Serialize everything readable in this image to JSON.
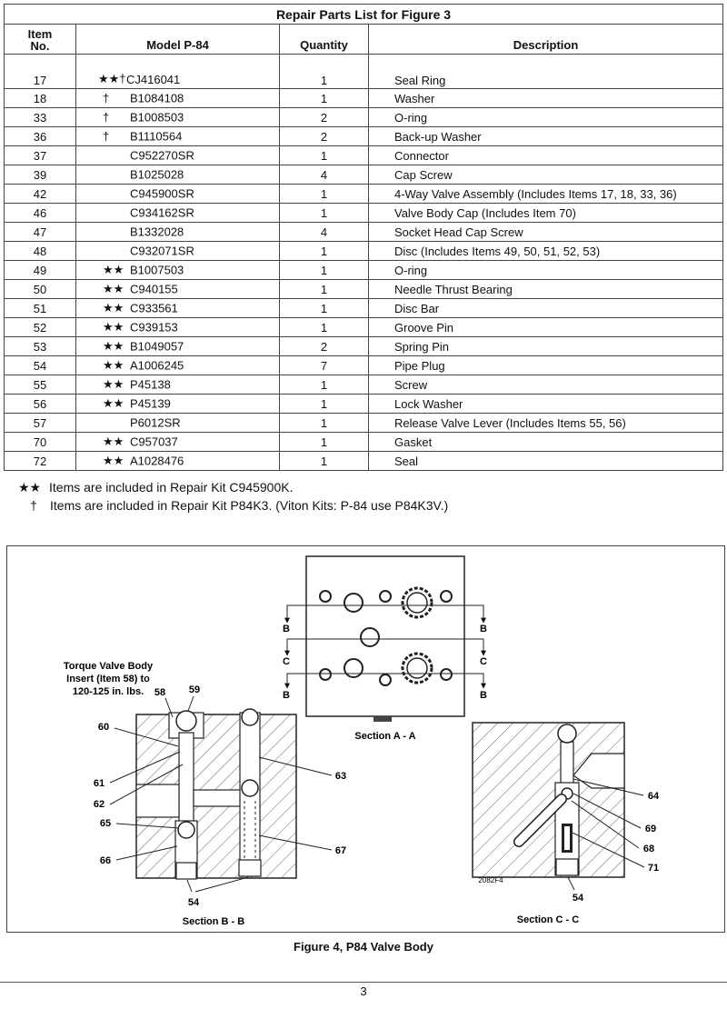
{
  "table": {
    "title": "Repair Parts List for Figure 3",
    "headers": {
      "item": "Item\nNo.",
      "model": "Model P-84",
      "quantity": "Quantity",
      "description": "Description"
    },
    "rows": [
      {
        "item": "17",
        "mark": "★★†",
        "part": "CJ416041",
        "qty": "1",
        "desc": "Seal Ring"
      },
      {
        "item": "18",
        "mark": "†",
        "part": "B1084108",
        "qty": "1",
        "desc": "Washer"
      },
      {
        "item": "33",
        "mark": "†",
        "part": "B1008503",
        "qty": "2",
        "desc": "O-ring"
      },
      {
        "item": "36",
        "mark": "†",
        "part": "B1110564",
        "qty": "2",
        "desc": "Back-up Washer"
      },
      {
        "item": "37",
        "mark": "",
        "part": "C952270SR",
        "qty": "1",
        "desc": "Connector"
      },
      {
        "item": "39",
        "mark": "",
        "part": "B1025028",
        "qty": "4",
        "desc": "Cap Screw"
      },
      {
        "item": "42",
        "mark": "",
        "part": "C945900SR",
        "qty": "1",
        "desc": "4-Way Valve Assembly (Includes Items 17, 18, 33, 36)"
      },
      {
        "item": "46",
        "mark": "",
        "part": "C934162SR",
        "qty": "1",
        "desc": "Valve Body Cap (Includes Item 70)"
      },
      {
        "item": "47",
        "mark": "",
        "part": "B1332028",
        "qty": "4",
        "desc": "Socket Head Cap Screw"
      },
      {
        "item": "48",
        "mark": "",
        "part": "C932071SR",
        "qty": "1",
        "desc": "Disc (Includes Items 49, 50, 51, 52, 53)"
      },
      {
        "item": "49",
        "mark": "★★",
        "part": "B1007503",
        "qty": "1",
        "desc": "O-ring"
      },
      {
        "item": "50",
        "mark": "★★",
        "part": "C940155",
        "qty": "1",
        "desc": "Needle Thrust Bearing"
      },
      {
        "item": "51",
        "mark": "★★",
        "part": "C933561",
        "qty": "1",
        "desc": "Disc Bar"
      },
      {
        "item": "52",
        "mark": "★★",
        "part": "C939153",
        "qty": "1",
        "desc": "Groove Pin"
      },
      {
        "item": "53",
        "mark": "★★",
        "part": "B1049057",
        "qty": "2",
        "desc": "Spring Pin"
      },
      {
        "item": "54",
        "mark": "★★",
        "part": "A1006245",
        "qty": "7",
        "desc": "Pipe Plug"
      },
      {
        "item": "55",
        "mark": "★★",
        "part": "P45138",
        "qty": "1",
        "desc": "Screw"
      },
      {
        "item": "56",
        "mark": "★★",
        "part": "P45139",
        "qty": "1",
        "desc": "Lock Washer"
      },
      {
        "item": "57",
        "mark": "",
        "part": "P6012SR",
        "qty": "1",
        "desc": "Release Valve Lever (Includes Items 55, 56)"
      },
      {
        "item": "70",
        "mark": "★★",
        "part": "C957037",
        "qty": "1",
        "desc": "Gasket"
      },
      {
        "item": "72",
        "mark": "★★",
        "part": "A1028476",
        "qty": "1",
        "desc": "Seal"
      }
    ]
  },
  "notes": [
    {
      "symbol": "★★",
      "text": "Items are included in Repair Kit C945900K."
    },
    {
      "symbol": "†",
      "text": "Items are included in Repair Kit P84K3. (Viton Kits: P-84 use P84K3V.)"
    }
  ],
  "figure": {
    "torque_note": [
      "Torque Valve Body",
      "Insert (Item 58) to",
      "120-125 in. lbs."
    ],
    "section_aa": "Section A - A",
    "section_bb": "Section B - B",
    "section_cc": "Section C - C",
    "letter_b": "B",
    "letter_c": "C",
    "callouts": {
      "c58": "58",
      "c59": "59",
      "c60": "60",
      "c61": "61",
      "c62": "62",
      "c63": "63",
      "c65": "65",
      "c66": "66",
      "c67": "67",
      "c54a": "54",
      "c64": "64",
      "c69": "69",
      "c68": "68",
      "c71": "71",
      "c54b": "54"
    },
    "drawing_number": "2082F4",
    "caption": "Figure 4, P84 Valve Body"
  },
  "page_number": "3"
}
